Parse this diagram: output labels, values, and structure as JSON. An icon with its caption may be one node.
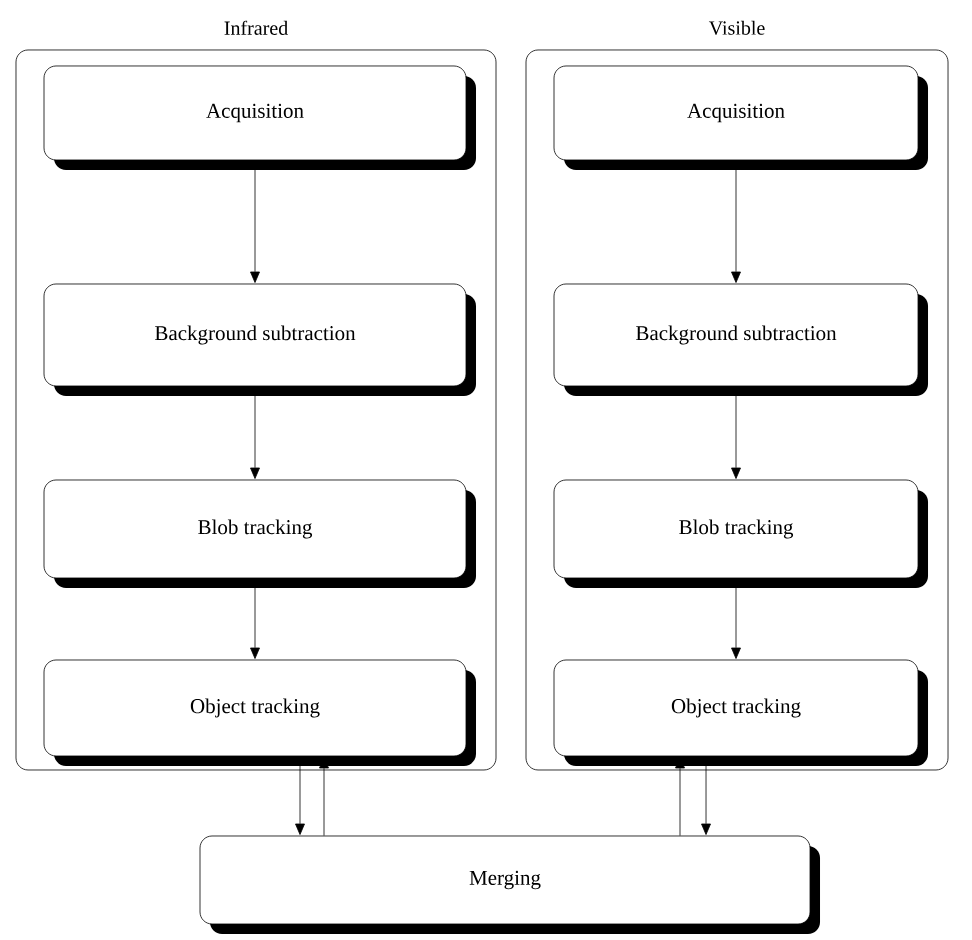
{
  "diagram": {
    "nodes": [
      {
        "text": [
          "Infrared"
        ]
      },
      {
        "text": [
          "Acquisition"
        ],
        "in": 0
      },
      {
        "text": [
          "Background subtraction"
        ],
        "in": 0
      },
      {
        "text": [
          "Blob tracking"
        ],
        "in": 0
      },
      {
        "text": [
          "Object tracking"
        ],
        "in": 0
      },
      {
        "text": [
          "Visible"
        ]
      },
      {
        "text": [
          "Acquisition"
        ],
        "in": 5
      },
      {
        "text": [
          "Background subtraction"
        ],
        "in": 5
      },
      {
        "text": [
          "Blob tracking"
        ],
        "in": 5
      },
      {
        "text": [
          "Object tracking"
        ],
        "in": 5
      },
      {
        "text": [
          "Merging"
        ]
      }
    ],
    "edges": [
      {
        "from": 1,
        "to": 2,
        "arrow": "to"
      },
      {
        "from": 2,
        "to": 3,
        "arrow": "to"
      },
      {
        "from": 3,
        "to": 4,
        "arrow": "to"
      },
      {
        "from": 6,
        "to": 7,
        "arrow": "to"
      },
      {
        "from": 7,
        "to": 8,
        "arrow": "to"
      },
      {
        "from": 8,
        "to": 9,
        "arrow": "to"
      },
      {
        "from": 4,
        "to": 10,
        "arrow": "to"
      },
      {
        "from": 10,
        "to": 4,
        "arrow": "to"
      },
      {
        "from": 10,
        "to": 9,
        "arrow": "to"
      },
      {
        "from": 9,
        "to": 10,
        "arrow": "to"
      }
    ]
  }
}
